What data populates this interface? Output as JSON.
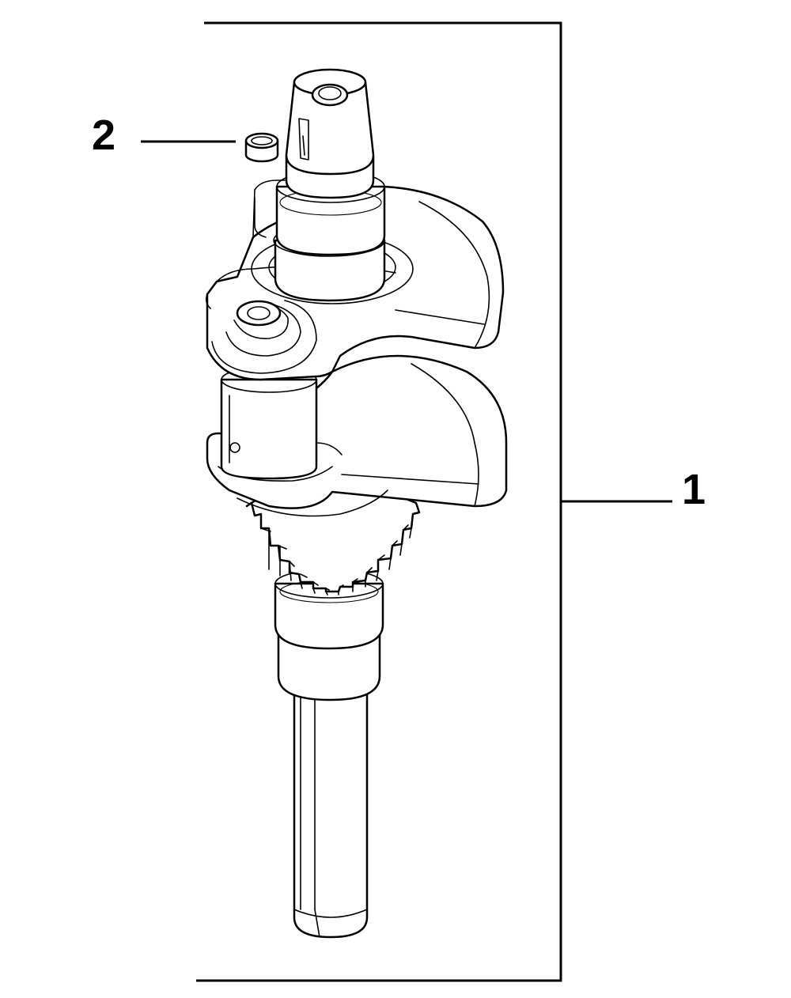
{
  "diagram": {
    "callouts": [
      {
        "id": "1",
        "label": "1"
      },
      {
        "id": "2",
        "label": "2"
      }
    ],
    "line_color": "#000000",
    "background_color": "#ffffff"
  }
}
